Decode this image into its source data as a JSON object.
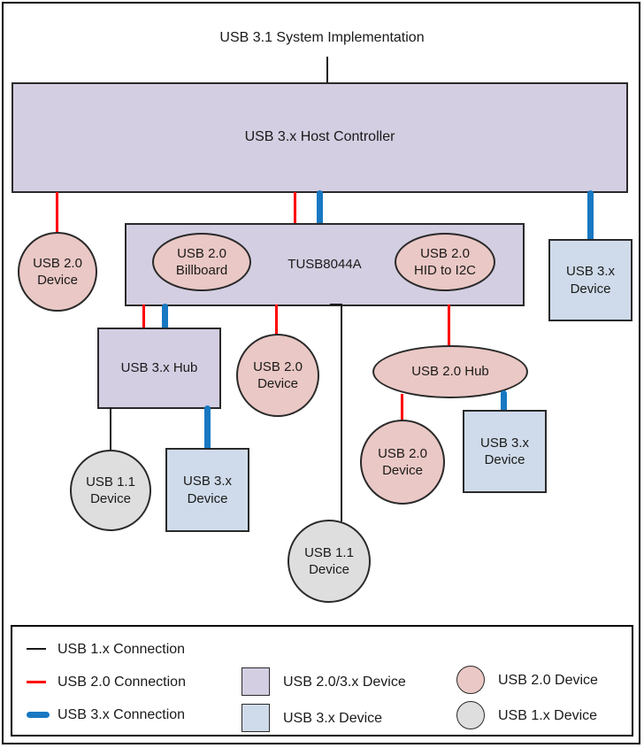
{
  "title": "USB 3.1 System Implementation",
  "colors": {
    "usb1_line": "#1a1a1a",
    "usb2_line": "#ff0000",
    "usb3_line": "#1878c2",
    "usb23_device_fill": "#d4cee2",
    "usb3_device_fill": "#cfdbea",
    "usb2_device_fill": "#eac8c5",
    "usb1_device_fill": "#dedede"
  },
  "nodes": {
    "host_controller": {
      "label": "USB 3.x Host Controller"
    },
    "tusb": {
      "label": "TUSB8044A"
    },
    "billboard": {
      "label": "USB 2.0 Billboard"
    },
    "hid_i2c": {
      "label": "USB 2.0 HID to I2C"
    },
    "usb2_device_left": {
      "label": "USB 2.0 Device"
    },
    "usb3_device_right": {
      "label": "USB 3.x Device"
    },
    "usb3_hub": {
      "label": "USB 3.x Hub"
    },
    "usb2_device_mid": {
      "label": "USB 2.0 Device"
    },
    "usb2_hub": {
      "label": "USB 2.0 Hub"
    },
    "usb1_device_left": {
      "label": "USB 1.1 Device"
    },
    "usb3_device_under_hub3": {
      "label": "USB 3.x Device"
    },
    "usb2_device_under_hub2": {
      "label": "USB 2.0 Device"
    },
    "usb3_device_under_hub2": {
      "label": "USB 3.x Device"
    },
    "usb1_device_bottom": {
      "label": "USB 1.1 Device"
    }
  },
  "legend": {
    "connections": [
      {
        "label": "USB 1.x Connection"
      },
      {
        "label": "USB 2.0 Connection"
      },
      {
        "label": "USB 3.x Connection"
      }
    ],
    "devices": [
      {
        "label": "USB 2.0/3.x Device"
      },
      {
        "label": "USB 3.x Device"
      },
      {
        "label": "USB 2.0 Device"
      },
      {
        "label": "USB 1.x Device"
      }
    ]
  }
}
